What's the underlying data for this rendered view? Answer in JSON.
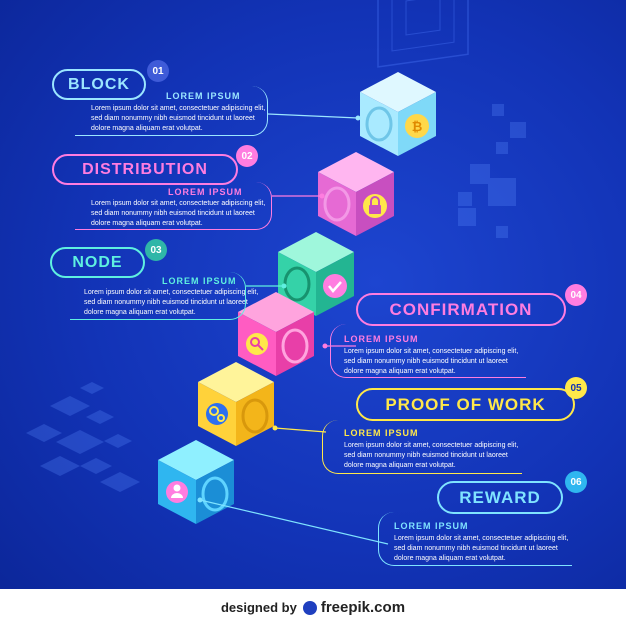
{
  "colors": {
    "background": "#1233b6",
    "block": "#9be6ff",
    "distribution": "#ff7de0",
    "node": "#5ff0e0",
    "confirmation": "#ff7de0",
    "proof_of_work": "#ffe84a",
    "reward": "#7fe3ff"
  },
  "steps": [
    {
      "title": "BLOCK",
      "number": "01",
      "subtitle": "LOREM IPSUM",
      "lines": [
        "Lorem ipsum dolor sit amet, consectetuer adipiscing elit,",
        "sed diam nonummy nibh euismod tincidunt ut laoreet",
        "dolore magna aliquam erat volutpat."
      ],
      "icon": "bitcoin-icon"
    },
    {
      "title": "DISTRIBUTION",
      "number": "02",
      "subtitle": "LOREM IPSUM",
      "lines": [
        "Lorem ipsum dolor sit amet, consectetuer adipiscing elit,",
        "sed diam nonummy nibh euismod tincidunt ut laoreet",
        "dolore magna aliquam erat volutpat."
      ],
      "icon": "lock-icon"
    },
    {
      "title": "NODE",
      "number": "03",
      "subtitle": "LOREM IPSUM",
      "lines": [
        "Lorem ipsum dolor sit amet, consectetuer adipiscing elit,",
        "sed diam nonummy nibh euismod tincidunt ut laoreet",
        "dolore magna aliquam erat volutpat."
      ],
      "icon": "checkmark-icon"
    },
    {
      "title": "CONFIRMATION",
      "number": "04",
      "subtitle": "LOREM IPSUM",
      "lines": [
        "Lorem ipsum dolor sit amet, consectetuer adipiscing elit,",
        "sed diam nonummy nibh euismod tincidunt ut laoreet",
        "dolore magna aliquam erat volutpat."
      ],
      "icon": "key-icon"
    },
    {
      "title": "PROOF OF WORK",
      "number": "05",
      "subtitle": "LOREM IPSUM",
      "lines": [
        "Lorem ipsum dolor sit amet, consectetuer adipiscing elit,",
        "sed diam nonummy nibh euismod tincidunt ut laoreet",
        "dolore magna aliquam erat volutpat."
      ],
      "icon": "gears-icon"
    },
    {
      "title": "REWARD",
      "number": "06",
      "subtitle": "LOREM IPSUM",
      "lines": [
        "Lorem ipsum dolor sit amet, consectetuer adipiscing elit,",
        "sed diam nonummy nibh euismod tincidunt ut laoreet",
        "dolore magna aliquam erat volutpat."
      ],
      "icon": "person-icon"
    }
  ],
  "footer": {
    "prefix": "designed by",
    "brand": "freepik.com"
  }
}
